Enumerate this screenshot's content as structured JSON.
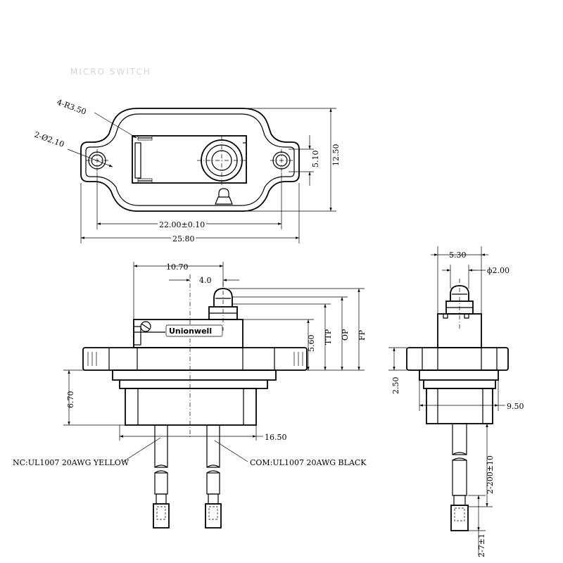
{
  "header": {
    "faint_title": "MICRO SWITCH"
  },
  "top_view": {
    "corner_radius_label": "4-R3.50",
    "hole_label": "2-Ø2.10",
    "height_label": "12.50",
    "hole_spacing_v_label": "5.10",
    "mount_spacing_label": "22.00±0.10",
    "overall_width_label": "25.80"
  },
  "front_view": {
    "brand": "Unionwell",
    "dim_10_70": "10.70",
    "dim_4_0": "4.0",
    "dim_5_60": "5.60",
    "ttp_label": "TTP",
    "op_label": "OP",
    "fp_label": "FP",
    "dim_6_70": "6.70",
    "dim_16_50": "16.50",
    "nc_wire_label": "NC:UL1007 20AWG YELLOW",
    "com_wire_label": "COM:UL1007 20AWG BLACK"
  },
  "side_view": {
    "dim_5_30": "5.30",
    "dim_phi_2_00": "ϕ2.00",
    "dim_2_50": "2.50",
    "dim_9_50": "9.50",
    "wire_length_label": "2-200±10",
    "strip_length_label": "2-7±1"
  }
}
